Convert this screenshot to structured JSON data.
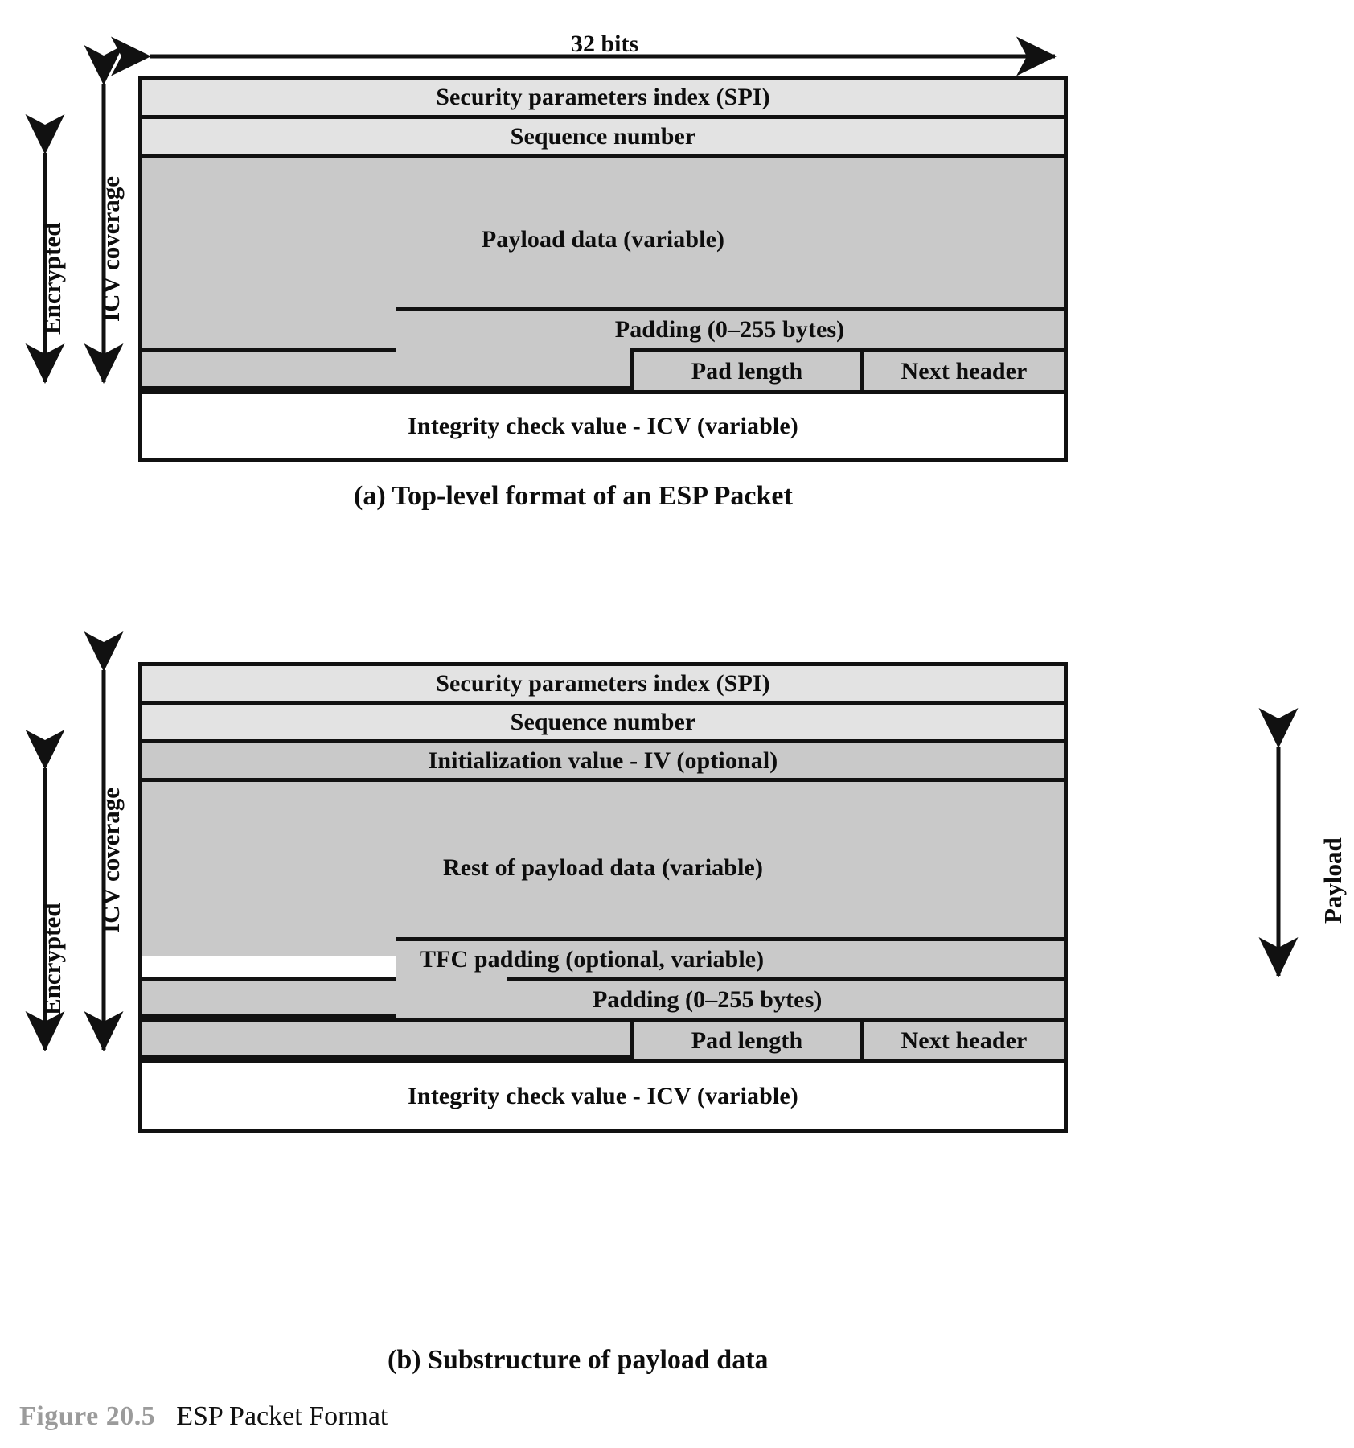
{
  "figure": {
    "number": "Figure 20.5",
    "title": "ESP Packet Format"
  },
  "width_label": "32 bits",
  "diagram_a": {
    "caption": "(a)  Top-level format of an ESP Packet",
    "side_labels": {
      "outer": "Encrypted",
      "inner": "ICV coverage"
    },
    "fields": [
      {
        "name": "spi",
        "label": "Security parameters index (SPI)"
      },
      {
        "name": "seq",
        "label": "Sequence number"
      },
      {
        "name": "payload",
        "label": "Payload data (variable)"
      },
      {
        "name": "padding",
        "label": "Padding (0–255 bytes)"
      },
      {
        "name": "padlen",
        "label": "Pad length"
      },
      {
        "name": "nextheader",
        "label": "Next header"
      },
      {
        "name": "icv",
        "label": "Integrity check value - ICV (variable)"
      }
    ]
  },
  "diagram_b": {
    "caption": "(b)  Substructure of payload data",
    "side_labels": {
      "outer": "Encrypted",
      "inner": "ICV coverage"
    },
    "right_label": "Payload",
    "fields": [
      {
        "name": "spi",
        "label": "Security parameters index (SPI)"
      },
      {
        "name": "seq",
        "label": "Sequence number"
      },
      {
        "name": "iv",
        "label": "Initialization value - IV (optional)"
      },
      {
        "name": "restpayload",
        "label": "Rest of payload data (variable)"
      },
      {
        "name": "tfcpadding",
        "label": "TFC padding (optional, variable)"
      },
      {
        "name": "padding",
        "label": "Padding (0–255 bytes)"
      },
      {
        "name": "padlen",
        "label": "Pad length"
      },
      {
        "name": "nextheader",
        "label": "Next header"
      },
      {
        "name": "icv",
        "label": "Integrity check value - ICV (variable)"
      }
    ]
  },
  "colors": {
    "header_fill": "#e3e3e3",
    "body_fill": "#c9c9c9",
    "icv_fill": "#ffffff",
    "stroke": "#111111",
    "figure_number": "#9b9b9b"
  }
}
